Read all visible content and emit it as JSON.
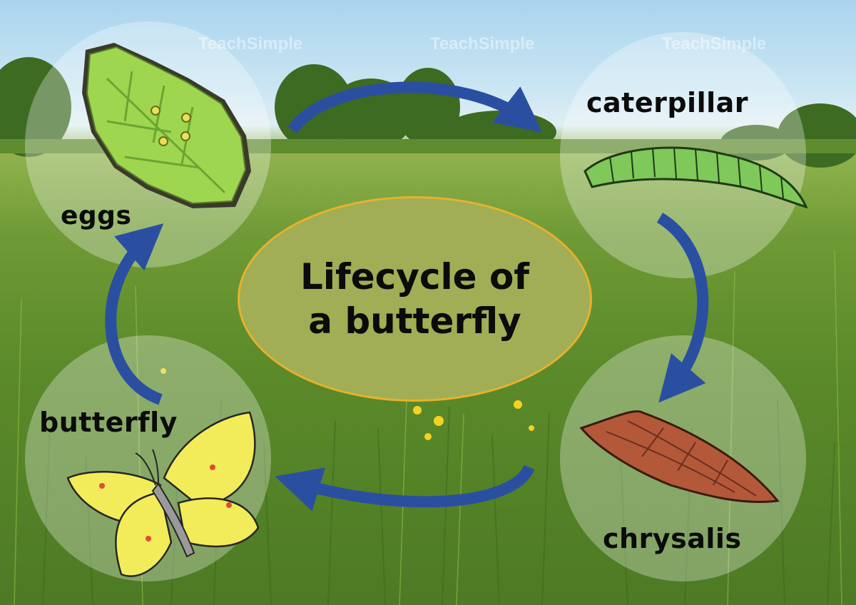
{
  "title": {
    "line1": "Lifecycle of",
    "line2": "a butterfly"
  },
  "stages": {
    "eggs": "eggs",
    "caterpillar": "caterpillar",
    "chrysalis": "chrysalis",
    "butterfly": "butterfly"
  },
  "watermark": "TeachSimple",
  "colors": {
    "arrow": "#2b4fa0",
    "center_fill": "#a1ae55",
    "center_border": "#e7b22a",
    "leaf": "#9fd650",
    "caterpillar": "#7fc85a",
    "chrysalis": "#b4583a",
    "butterfly_wing": "#f2ec5a"
  }
}
